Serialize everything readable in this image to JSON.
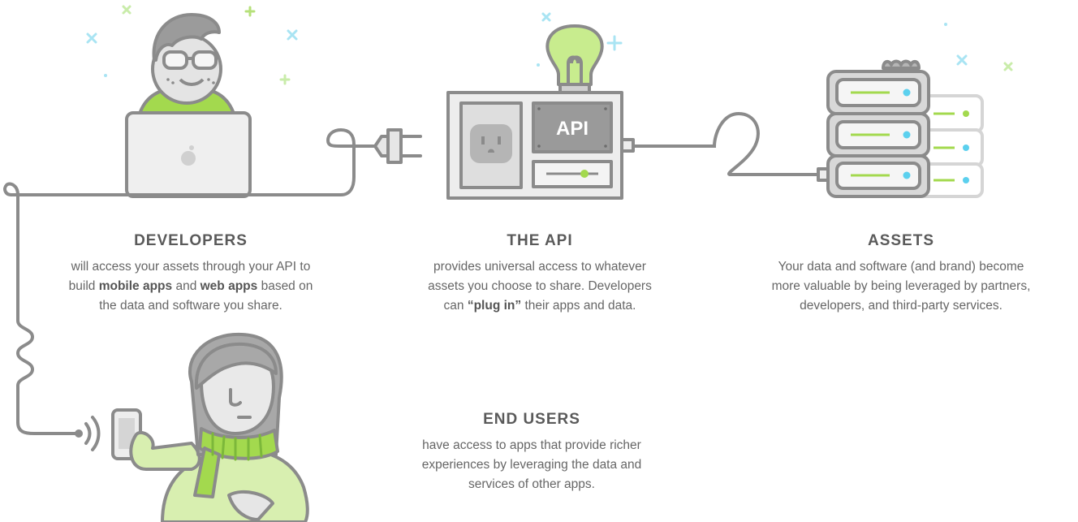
{
  "colors": {
    "outline": "#8b8b8b",
    "green": "#a3d94e",
    "light_green": "#d8efb0",
    "cyan": "#5bd0ee",
    "gray_fill": "#e3e3e3",
    "dark_panel": "#9a9a9a"
  },
  "icons": [
    "developer-figure",
    "laptop",
    "plug",
    "api-box",
    "lightbulb",
    "server-stack",
    "end-user-figure",
    "phone",
    "signal-waves"
  ],
  "api_panel_label": "API",
  "developers": {
    "heading": "DEVELOPERS",
    "line1": "will access your assets through your API to",
    "line2_pre": "build ",
    "line2_b1": "mobile apps",
    "line2_mid": " and ",
    "line2_b2": "web apps",
    "line2_post": " based on",
    "line3": "the data and software you share."
  },
  "the_api": {
    "heading": "THE API",
    "line1": "provides universal access to whatever",
    "line2": "assets you choose to share. Developers",
    "line3_pre": "can ",
    "line3_b": "“plug in”",
    "line3_post": " their apps and data."
  },
  "assets": {
    "heading": "ASSETS",
    "line1": "Your data and software (and brand) become",
    "line2": "more valuable by being leveraged by partners,",
    "line3": "developers, and third-party services."
  },
  "end_users": {
    "heading": "END USERS",
    "line1": "have access to apps that provide richer",
    "line2": "experiences by leveraging the data and",
    "line3": "services of other apps."
  }
}
